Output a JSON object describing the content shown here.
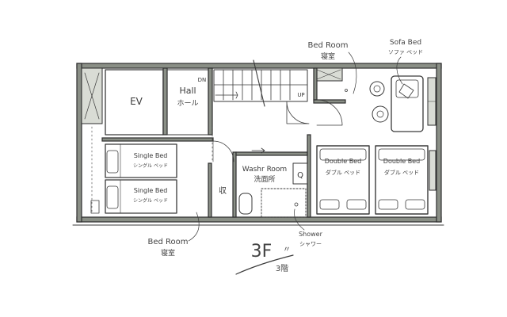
{
  "floor": {
    "label": "3F",
    "label_jp": "3階",
    "mark": "〃"
  },
  "rooms": {
    "ev": "EV",
    "hall": "Hall",
    "hall_jp": "ホール",
    "dn": "DN",
    "up": "UP",
    "storage": "収",
    "washroom": "Washr Room",
    "washroom_jp": "洗面所",
    "q": "Q"
  },
  "beds": {
    "single_top": {
      "label": "Single Bed",
      "label_jp": "シングル ベッド"
    },
    "single_bottom": {
      "label": "Single Bed",
      "label_jp": "シングル ベッド"
    },
    "double_left": {
      "label": "Double Bed",
      "label_jp": "ダブル ベッド"
    },
    "double_right": {
      "label": "Double Bed",
      "label_jp": "ダブル ベッド"
    },
    "sofa": {
      "label": "Sofa Bed",
      "label_jp": "ソファ ベッド"
    }
  },
  "callouts": {
    "bedroom_top": {
      "label": "Bed Room",
      "label_jp": "寝室"
    },
    "bedroom_bottom": {
      "label": "Bed Room",
      "label_jp": "寝室"
    },
    "shower": {
      "label": "Shower",
      "label_jp": "シャワー"
    }
  },
  "colors": {
    "ink": "#3a3a3a",
    "wall": "#8a8f86",
    "paper": "#ffffff"
  }
}
